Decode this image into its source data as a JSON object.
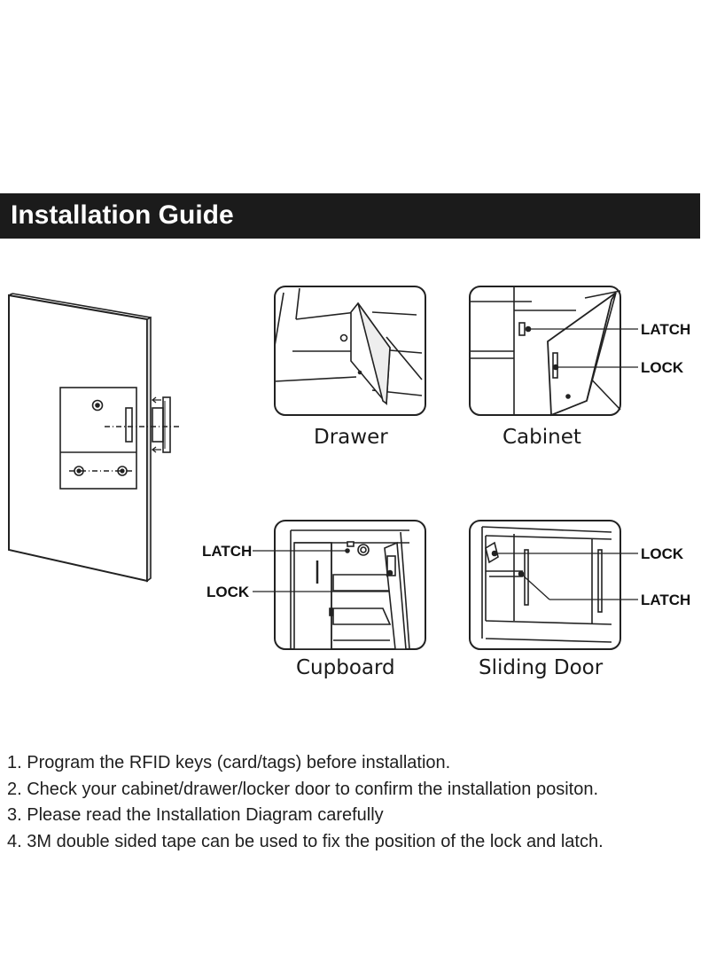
{
  "banner": {
    "title": "Installation Guide"
  },
  "panels": {
    "drawer": {
      "caption": "Drawer"
    },
    "cabinet": {
      "caption": "Cabinet",
      "labels": [
        "LATCH",
        "LOCK"
      ]
    },
    "cupboard": {
      "caption": "Cupboard",
      "labels": [
        "LATCH",
        "LOCK"
      ]
    },
    "sliding_door": {
      "caption": "Sliding Door",
      "labels": [
        "LOCK",
        "LATCH"
      ]
    }
  },
  "steps": [
    "1. Program the RFID keys (card/tags) before installation.",
    "2. Check your cabinet/drawer/locker door to confirm the installation positon.",
    "3. Please read the Installation Diagram carefully",
    "4. 3M double sided tape can be used to fix the position of the lock and latch."
  ]
}
